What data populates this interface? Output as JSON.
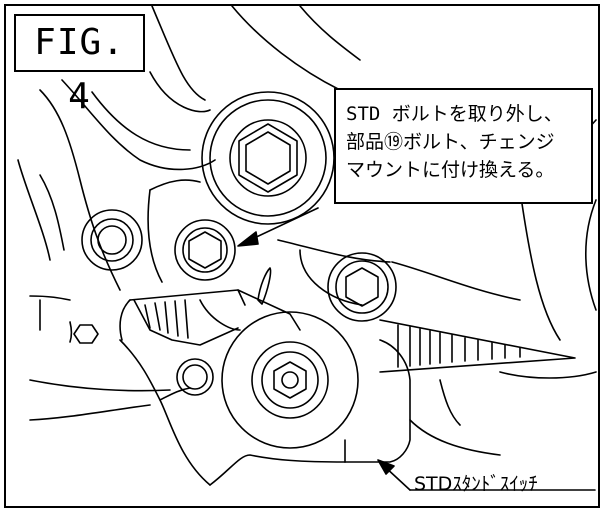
{
  "figure": {
    "label": "FIG. 4",
    "callout": {
      "lines": [
        "STD ボルトを取り外し、",
        "部品⑲ボルト、チェンジ",
        "マウントに付け換える。"
      ]
    },
    "part_label": "STDｽﾀﾝﾄﾞｽｲｯﾁ"
  },
  "colors": {
    "line": "#000000",
    "background": "#ffffff"
  },
  "icons": [
    "bolt-hex-head-icon",
    "arrow-icon"
  ]
}
